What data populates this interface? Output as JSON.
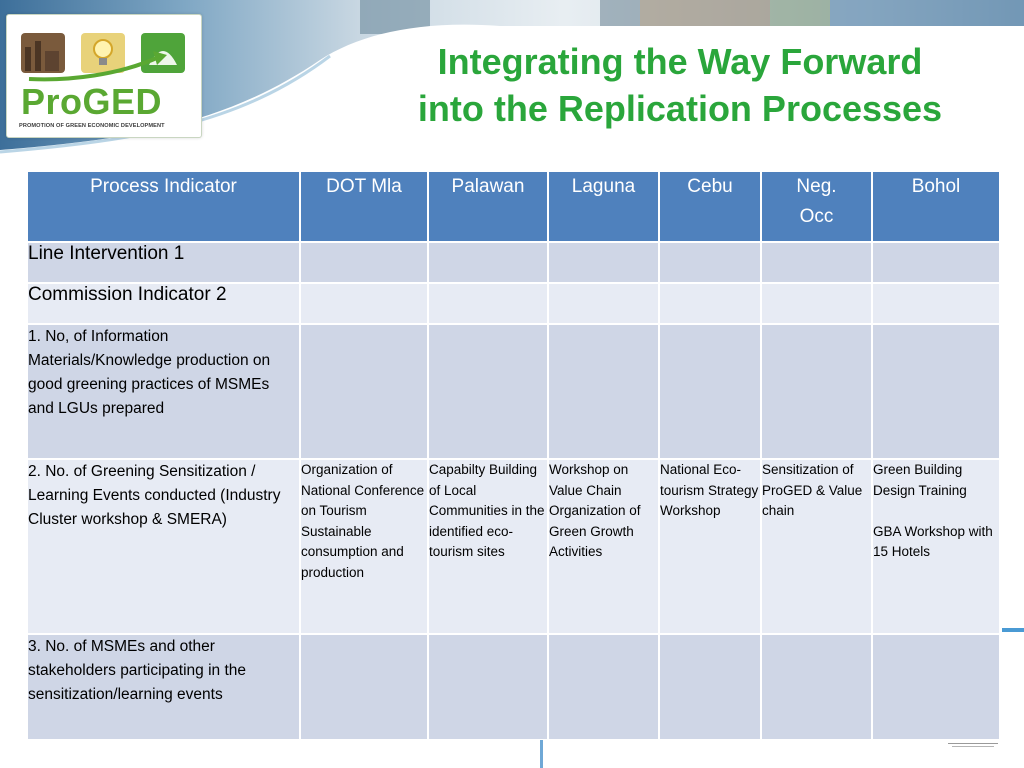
{
  "logo": {
    "word": "ProGED",
    "tagline": "PROMOTION OF GREEN ECONOMIC DEVELOPMENT"
  },
  "title": {
    "line1": "Integrating the Way Forward",
    "line2": "into the Replication Processes"
  },
  "table": {
    "headers": [
      "Process Indicator",
      "DOT Mla",
      "Palawan",
      "Laguna",
      "Cebu",
      "Neg.\nOcc",
      "Bohol"
    ],
    "rows": [
      {
        "indicator": "Line Intervention 1",
        "cells": [
          "",
          "",
          "",
          "",
          "",
          ""
        ]
      },
      {
        "indicator": "Commission Indicator 2",
        "cells": [
          "",
          "",
          "",
          "",
          "",
          ""
        ]
      },
      {
        "indicator": "1. No, of Information Materials/Knowledge production on good greening practices of MSMEs and LGUs prepared",
        "cells": [
          "",
          "",
          "",
          "",
          "",
          ""
        ]
      },
      {
        "indicator": "2. No. of Greening Sensitization / Learning Events conducted (Industry Cluster workshop & SMERA)",
        "cells": [
          "Organization of National Conference  on Tourism Sustainable consumption and production",
          "Capabilty Building of Local Communities in the identified eco-tourism sites",
          "Workshop on Value Chain Organization of Green Growth Activities",
          "National Eco-tourism Strategy Workshop",
          "Sensitization of ProGED & Value chain",
          "Green Building Design Training\n\nGBA Workshop with 15 Hotels"
        ]
      },
      {
        "indicator": "3.  No. of MSMEs and other stakeholders participating in the sensitization/learning events",
        "cells": [
          "",
          "",
          "",
          "",
          "",
          ""
        ]
      }
    ]
  },
  "colors": {
    "title_green": "#2aa63b",
    "header_blue": "#4f81bd",
    "row_dark": "#cfd6e6",
    "row_light": "#e7ebf4"
  }
}
